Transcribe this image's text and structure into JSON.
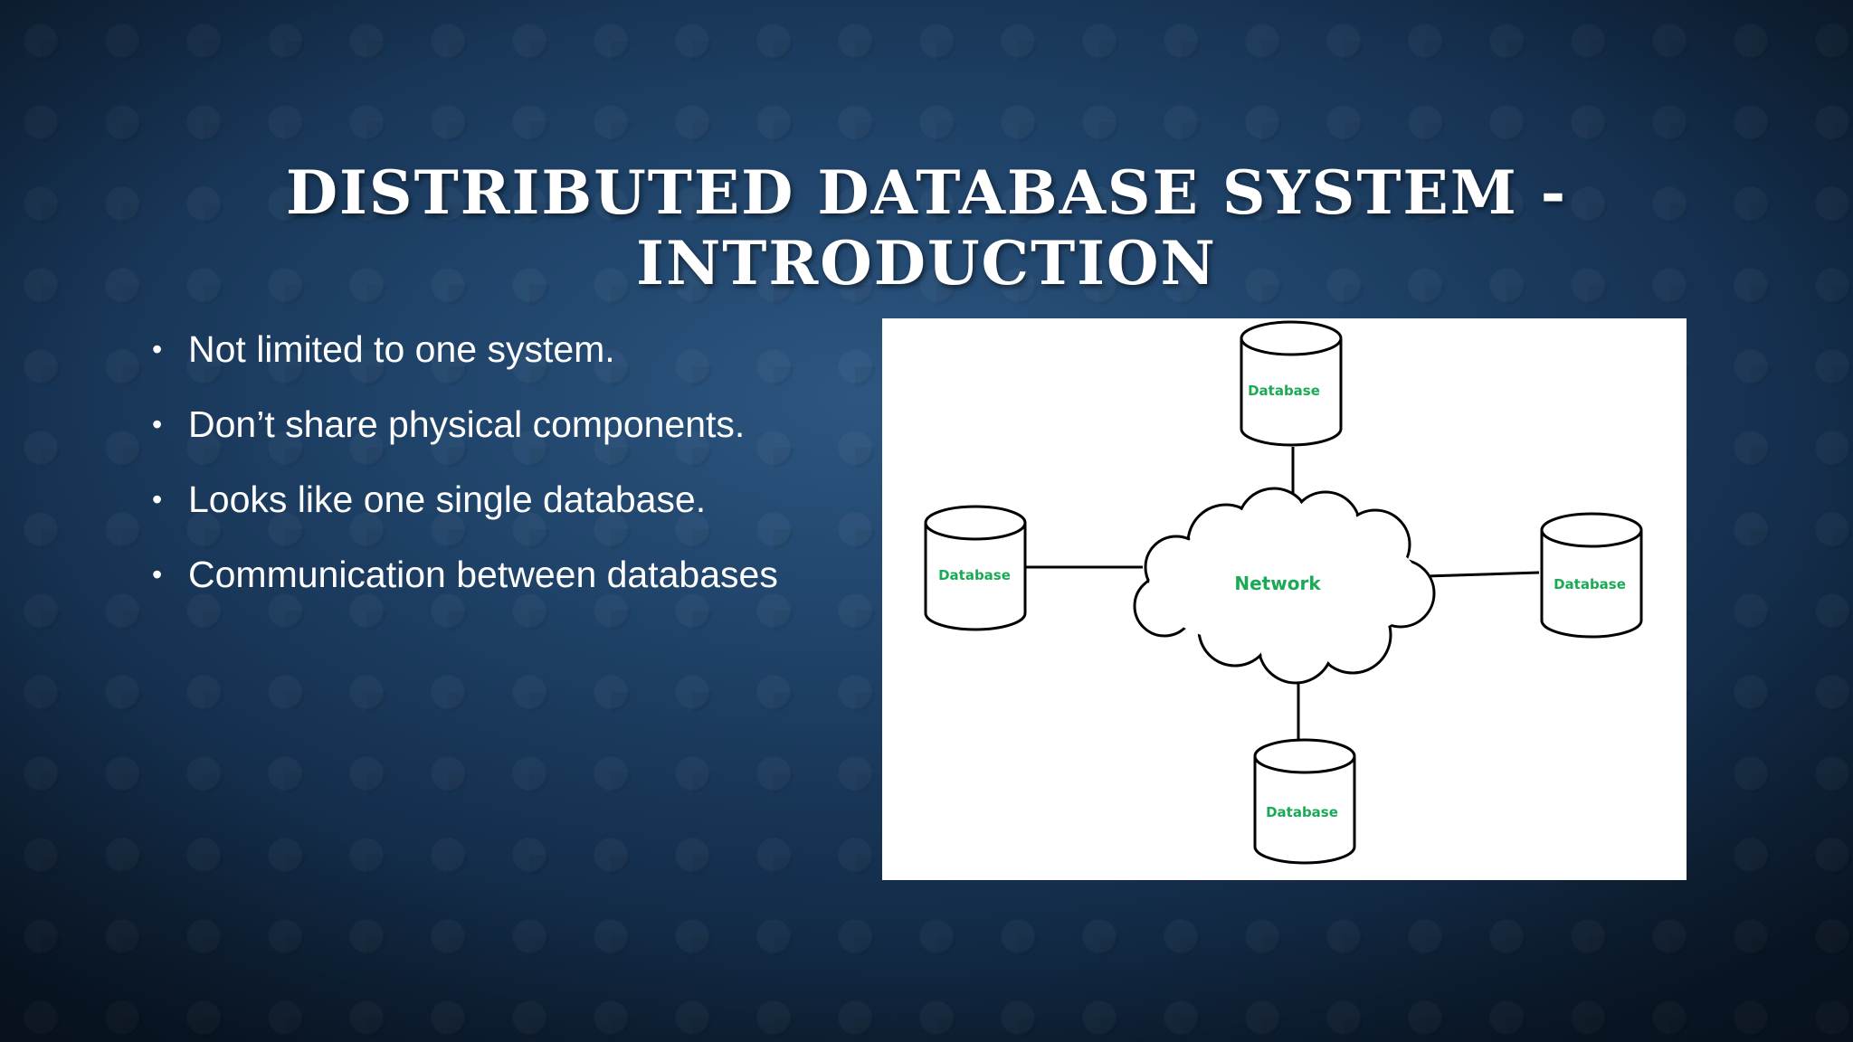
{
  "slide": {
    "title_line1": "Distributed Database System -",
    "title_line2": "Introduction",
    "bullets": [
      "Not limited to one system.",
      "Don’t share physical components.",
      "Looks like one single database.",
      "Communication between databases"
    ]
  },
  "diagram": {
    "center_label": "Network",
    "node_labels": {
      "top": "Database",
      "left": "Database",
      "right": "Database",
      "bottom": "Database"
    },
    "label_color": "#1aaa55"
  }
}
